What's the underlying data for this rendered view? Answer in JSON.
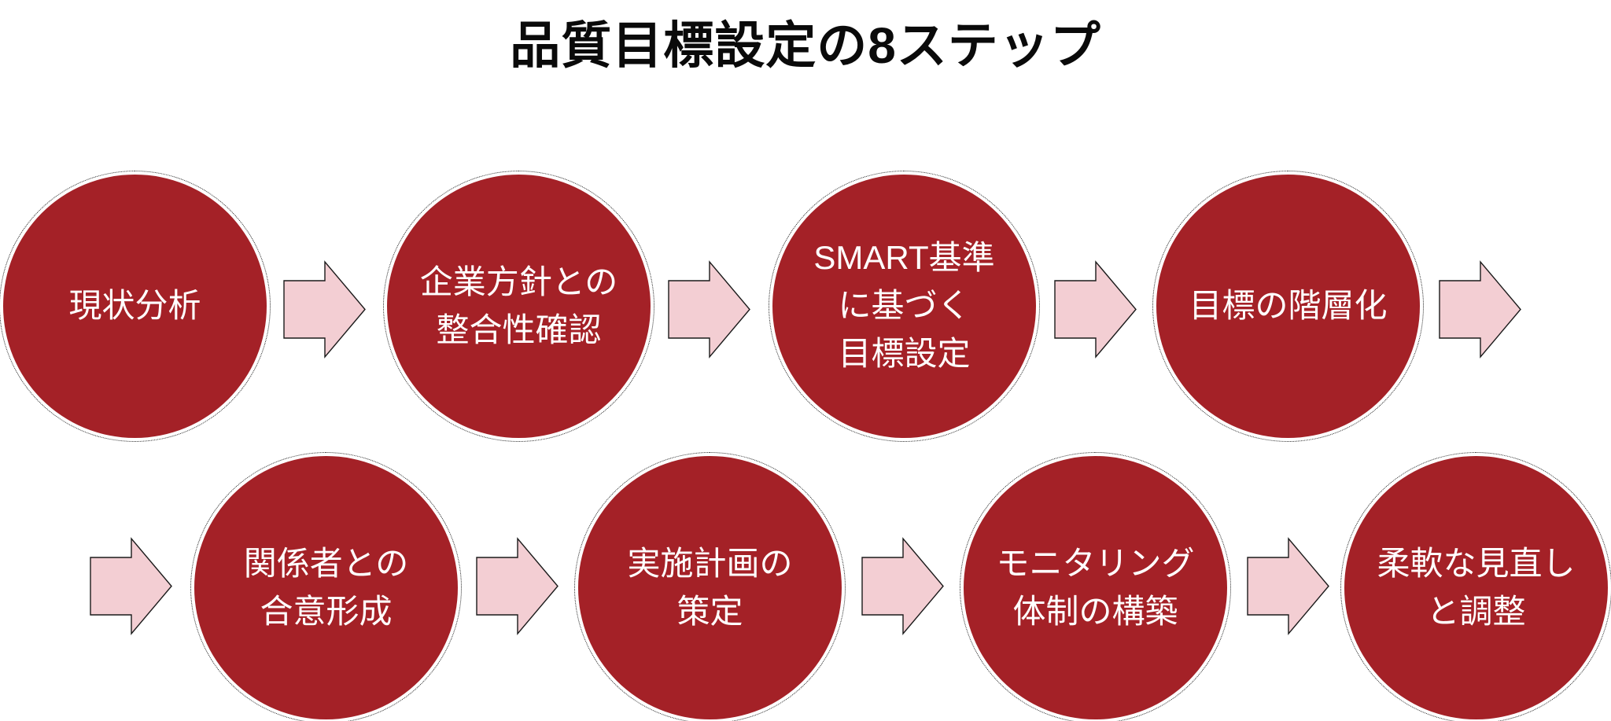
{
  "title": "品質目標設定の8ステップ",
  "steps": [
    {
      "label": "現状分析"
    },
    {
      "label": "企業方針との\n整合性確認"
    },
    {
      "label": "SMART基準\nに基づく\n目標設定"
    },
    {
      "label": "目標の階層化"
    },
    {
      "label": "関係者との\n合意形成"
    },
    {
      "label": "実施計画の\n策定"
    },
    {
      "label": "モニタリング\n体制の構築"
    },
    {
      "label": "柔軟な見直し\nと調整"
    }
  ],
  "colors": {
    "circle_fill": "#A42127",
    "circle_text": "#FFFFFF",
    "arrow_fill": "#F3CED3",
    "arrow_stroke": "#1A1A1A",
    "outline_dotted": "#222222",
    "title_color": "#0A0A0A",
    "background": "#FFFFFF"
  }
}
